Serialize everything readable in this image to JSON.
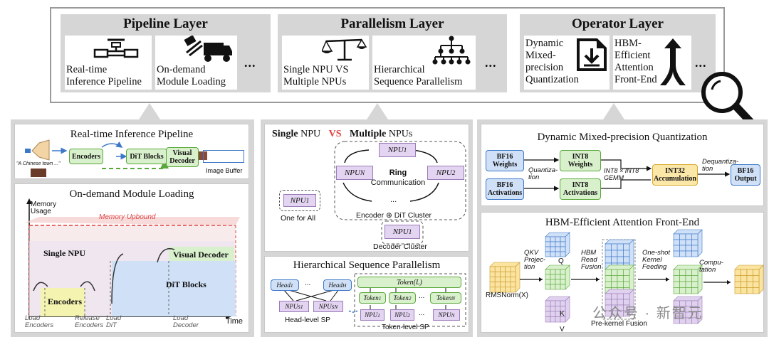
{
  "layers": {
    "pipeline": {
      "title": "Pipeline Layer",
      "cards": [
        "Real-time\nInference Pipeline",
        "On-demand\nModule Loading"
      ],
      "more": "..."
    },
    "parallelism": {
      "title": "Parallelism Layer",
      "cards": [
        "Single NPU VS\nMultiple NPUs",
        "Hierarchical\nSequence Parallelism"
      ],
      "more": "..."
    },
    "operator": {
      "title": "Operator Layer",
      "cards": [
        "Dynamic\nMixed-\nprecision\nQuantization",
        "HBM-\nEfficient\nAttention\nFront-End"
      ],
      "more": "..."
    }
  },
  "rtip": {
    "title": "Real-time Inference Pipeline",
    "prompt": "\"A Chinese town ...\"",
    "encoders": "Encoders",
    "dit": "DiT Blocks",
    "decoder": "Visual\nDecoder",
    "buffer": "Image Buffer"
  },
  "odml": {
    "title": "On-demand Module Loading",
    "ylabel": "Memory\nUsage",
    "xlabel": "Time",
    "upbound": "Memory Upbound",
    "single_npu": "Single NPU",
    "visual_decoder": "Visual Decoder",
    "dit_blocks": "DiT Blocks",
    "encoders": "Encoders",
    "events": [
      "Load\nEncoders",
      "Release\nEncoders",
      "Load\nDiT",
      "Load\nDecoder"
    ]
  },
  "npu": {
    "single": "Single",
    "npu_word": "NPU",
    "vs": "VS",
    "multiple": "Multiple",
    "npus_word": "NPUs",
    "npu1": "NPU",
    "npu1_sub": "1",
    "npuN_sub": "N",
    "npu2_sub": "2",
    "ring": "Ring",
    "communication": "Communication",
    "ellipsis": "...",
    "one_for_all": "One for All",
    "cluster": "Encoder ⊕ DiT Cluster",
    "decoder_cluster": "Decoder Cluster"
  },
  "hsp": {
    "title": "Hierarchical Sequence Parallelism",
    "head1": "Head",
    "head1_sub": "1",
    "headH_sub": "H",
    "dots": "...",
    "npus1": "NPUs",
    "npus1_sub": "1",
    "npusN_sub": "N",
    "head_level": "Head-level SP",
    "token_L": "Token(L)",
    "token_word": "Token",
    "token_subs": [
      "1",
      "2",
      "N"
    ],
    "npu_subs": [
      "1",
      "2",
      "N"
    ],
    "token_level": "Token-level SP"
  },
  "dmq": {
    "title": "Dynamic Mixed-precision Quantization",
    "bf16_w": "BF16\nWeights",
    "bf16_a": "BF16\nActivations",
    "quant1": "Quantiza-\ntion",
    "quant2": "Quantiza-\ntion",
    "int8_w": "INT8\nWeights",
    "int8_a": "INT8\nActivations",
    "gemm": "INT8 × INT8\nGEMM",
    "int32": "INT32\nAccumulation",
    "dequant": "Dequantiza-\ntion",
    "bf16_o": "BF16\nOutput"
  },
  "hbm": {
    "title": "HBM-Efficient Attention Front-End",
    "rmsnorm": "RMSNorm(X)",
    "qkv": "QKV\nProjec-\ntion",
    "q": "Q",
    "k": "K",
    "v": "V",
    "hbm_read": "HBM\nRead\nFusion",
    "oneshot": "One-shot\nKernel\nFeeding",
    "computation": "Compu-\ntation",
    "prekernel": "Pre-kernel Fusion"
  },
  "watermark": "公众号 · 新智元",
  "colors": {
    "blue": "#3c78c8",
    "green": "#5aa83c",
    "yellow": "#d6a82a",
    "purple": "#9b7bb8",
    "red": "#e04040"
  }
}
